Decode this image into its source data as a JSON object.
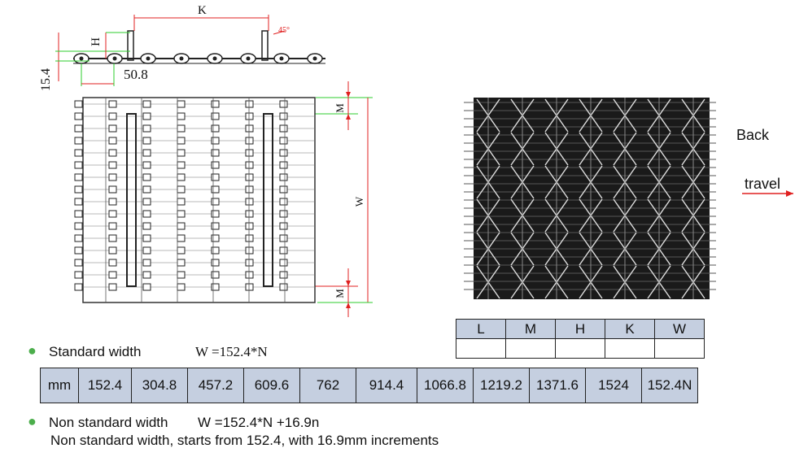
{
  "dimensions": {
    "pitch": "50.8",
    "height_label": "H",
    "pitch_between": "K",
    "thickness": "15.4",
    "margin_label": "M",
    "width_label": "W",
    "angle": "45°"
  },
  "side_labels": {
    "back": "Back",
    "travel": "travel"
  },
  "spec_table": {
    "headers": [
      "L",
      "M",
      "H",
      "K",
      "W"
    ],
    "values": [
      "",
      "",
      "",
      "",
      ""
    ]
  },
  "standard_width": {
    "label": "Standard width",
    "formula": "W =152.4*N"
  },
  "width_table": {
    "unit": "mm",
    "values": [
      "152.4",
      "304.8",
      "457.2",
      "609.6",
      "762",
      "914.4",
      "1066.8",
      "1219.2",
      "1371.6",
      "1524",
      "152.4N"
    ]
  },
  "non_standard": {
    "label": "Non standard width",
    "formula": "W =152.4*N +16.9n",
    "description": "Non standard width, starts from 152.4, with 16.9mm increments"
  },
  "colors": {
    "table_fill": "#c5cfe0",
    "dimension_red": "#e02020",
    "guide_green": "#2ecc2e",
    "bullet": "#4cae4c",
    "belt_dark": "#1a1a1a"
  }
}
